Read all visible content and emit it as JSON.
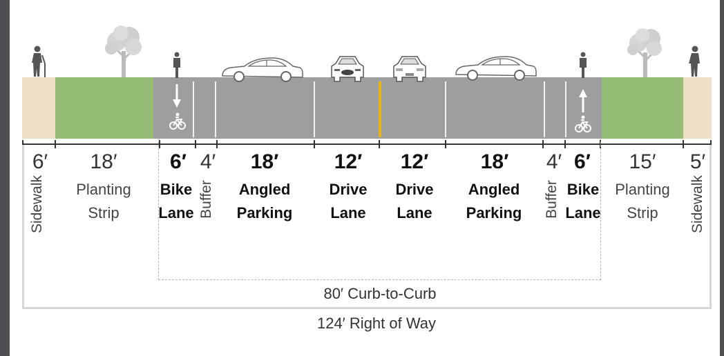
{
  "segments": [
    {
      "id": "sidewalk-left",
      "width": "6′",
      "label": "Sidewalk"
    },
    {
      "id": "planting-left",
      "width": "18′",
      "label": [
        "Planting",
        "Strip"
      ]
    },
    {
      "id": "bike-left",
      "width": "6′",
      "label": [
        "Bike",
        "Lane"
      ]
    },
    {
      "id": "buffer-left",
      "width": "4′",
      "label": "Buffer"
    },
    {
      "id": "parking-left",
      "width": "18′",
      "label": [
        "Angled",
        "Parking"
      ]
    },
    {
      "id": "drive-left",
      "width": "12′",
      "label": [
        "Drive",
        "Lane"
      ]
    },
    {
      "id": "drive-right",
      "width": "12′",
      "label": [
        "Drive",
        "Lane"
      ]
    },
    {
      "id": "parking-right",
      "width": "18′",
      "label": [
        "Angled",
        "Parking"
      ]
    },
    {
      "id": "buffer-right",
      "width": "4′",
      "label": "Buffer"
    },
    {
      "id": "bike-right",
      "width": "6′",
      "label": [
        "Bike",
        "Lane"
      ]
    },
    {
      "id": "planting-right",
      "width": "15′",
      "label": [
        "Planting",
        "Strip"
      ]
    },
    {
      "id": "sidewalk-right",
      "width": "5′",
      "label": "Sidewalk"
    }
  ],
  "curb_to_curb": "80′ Curb-to-Curb",
  "right_of_way": "124′ Right of Way",
  "icons": [
    "pedestrian-icon",
    "tree-icon",
    "cyclist-icon",
    "car-side-icon",
    "car-front-icon",
    "car-rear-icon",
    "bicycle-icon",
    "arrow-icon"
  ],
  "colors": {
    "sidewalk": "#eedfc6",
    "planting": "#95bd76",
    "asphalt": "#9d9ea0",
    "centerline": "#e9b31b",
    "frame": "#4d4f52"
  }
}
